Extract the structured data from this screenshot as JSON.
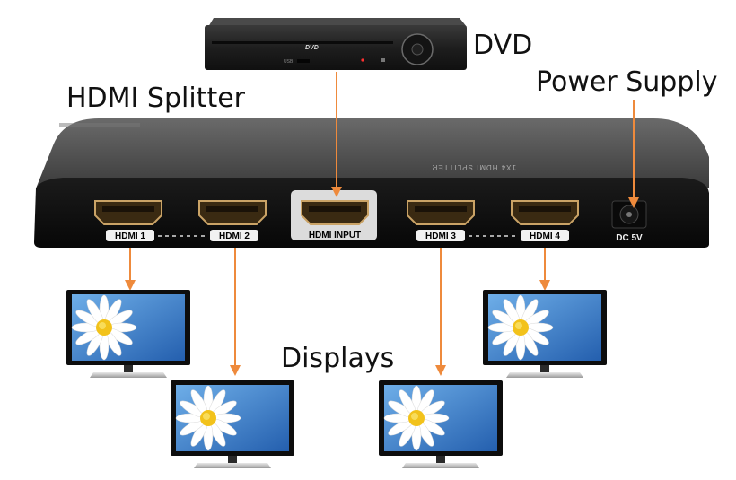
{
  "labels": {
    "dvd": "DVD",
    "splitter": "HDMI Splitter",
    "power": "Power Supply",
    "displays": "Displays"
  },
  "dvd_player": {
    "logo": "DVD",
    "usb": "USB"
  },
  "splitter": {
    "top_text": "1X4 HDMI SPLITTER",
    "ports": {
      "out1": "HDMI 1",
      "out2": "HDMI 2",
      "input": "HDMI INPUT",
      "out3": "HDMI 3",
      "out4": "HDMI 4",
      "dc": "DC 5V"
    }
  },
  "colors": {
    "arrow": "#ee8a3c",
    "device_body": "#2b2b2b",
    "screen_sky": "#3d83d2",
    "text": "#111111"
  },
  "icons": {
    "display": "monitor-with-daisy-icon",
    "port": "hdmi-port-icon",
    "dc_jack": "dc-jack-icon"
  }
}
